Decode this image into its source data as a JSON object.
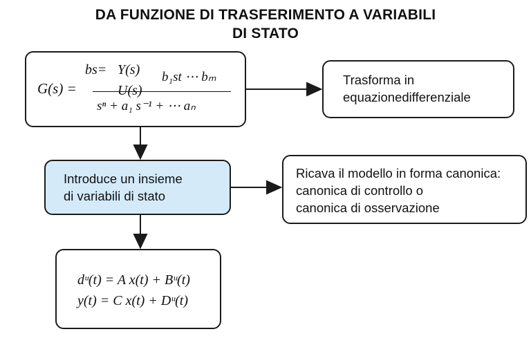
{
  "title": {
    "line1": "DA FUNZIONE DI TRASFERIMENTO A VARIABILI",
    "line2": "DI STATO"
  },
  "formula": {
    "lhs": "G(s) =",
    "numerator_left": "bs=",
    "ratio_top": "Y(s)",
    "ratio_bottom": "U(s)",
    "numerator_right": "b₁st ⋯ bₘ",
    "denominator": "sⁿ + a₁ s⁻¹ + ⋯ aₙ"
  },
  "transform_box": {
    "line1": "Trasforma in",
    "line2": "equazionedifferenziale"
  },
  "introduce_box": {
    "line1": "Introduce un insieme",
    "line2": "di variabili di stato"
  },
  "canonical_box": {
    "line1": "Ricava il modello in forma canonica:",
    "line2": "canonica di controllo o",
    "line3": "canonica di osservazione"
  },
  "state_box": {
    "eq1": "dᵘ(t) = A x(t) + Bᵘ(t)",
    "eq2": "y(t) = C x(t) + Dᵘ(t)"
  },
  "colors": {
    "highlight_fill": "#d4eaf9",
    "stroke": "#1a1a1a"
  }
}
